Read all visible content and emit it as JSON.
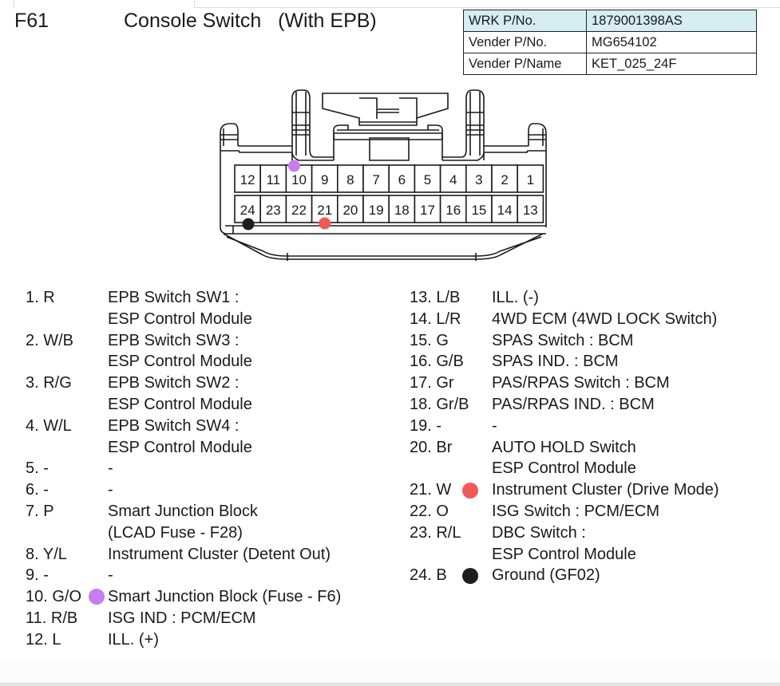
{
  "header": {
    "connector_id": "F61",
    "title": "Console Switch   (With EPB)"
  },
  "parts_table": [
    {
      "key": "WRK P/No.",
      "value": "1879001398AS",
      "highlight": true
    },
    {
      "key": "Vender P/No.",
      "value": "MG654102",
      "highlight": false
    },
    {
      "key": "Vender P/Name",
      "value": "KET_025_24F",
      "highlight": false
    }
  ],
  "colors": {
    "purple_marker": "#c77cf0",
    "red_marker": "#f05a55",
    "black_marker": "#1e1e1e",
    "table_highlight": "#d5edf3"
  },
  "connector": {
    "top_row": [
      "12",
      "11",
      "10",
      "9",
      "8",
      "7",
      "6",
      "5",
      "4",
      "3",
      "2",
      "1"
    ],
    "bottom_row": [
      "24",
      "23",
      "22",
      "21",
      "20",
      "19",
      "18",
      "17",
      "16",
      "15",
      "14",
      "13"
    ],
    "markers": [
      {
        "pin": "10",
        "color": "purple_marker"
      },
      {
        "pin": "21",
        "color": "red_marker"
      },
      {
        "pin": "24",
        "color": "black_marker"
      }
    ]
  },
  "pins_left": [
    {
      "pin": "1. R",
      "lines": [
        "EPB Switch SW1 :",
        "ESP Control Module"
      ]
    },
    {
      "pin": "2. W/B",
      "lines": [
        "EPB Switch SW3 :",
        "ESP Control Module"
      ]
    },
    {
      "pin": "3. R/G",
      "lines": [
        "EPB Switch SW2 :",
        "ESP Control Module"
      ]
    },
    {
      "pin": "4. W/L",
      "lines": [
        "EPB Switch SW4 :",
        "ESP Control Module"
      ]
    },
    {
      "pin": "5. -",
      "lines": [
        "-"
      ]
    },
    {
      "pin": "6. -",
      "lines": [
        "-"
      ]
    },
    {
      "pin": "7. P",
      "lines": [
        "Smart Junction Block",
        "(LCAD Fuse - F28)"
      ]
    },
    {
      "pin": "8. Y/L",
      "lines": [
        "Instrument Cluster (Detent Out)"
      ]
    },
    {
      "pin": "9. -",
      "lines": [
        "-"
      ]
    },
    {
      "pin": "10. G/O",
      "lines": [
        "Smart Junction Block (Fuse - F6)"
      ],
      "marker": "purple_marker"
    },
    {
      "pin": "11. R/B",
      "lines": [
        "ISG IND : PCM/ECM"
      ]
    },
    {
      "pin": "12. L",
      "lines": [
        "ILL. (+)"
      ]
    }
  ],
  "pins_right": [
    {
      "pin": "13. L/B",
      "lines": [
        "ILL. (-)"
      ]
    },
    {
      "pin": "14. L/R",
      "lines": [
        "4WD ECM (4WD LOCK Switch)"
      ]
    },
    {
      "pin": "15. G",
      "lines": [
        "SPAS Switch : BCM"
      ]
    },
    {
      "pin": "16. G/B",
      "lines": [
        "SPAS IND. : BCM"
      ]
    },
    {
      "pin": "17. Gr",
      "lines": [
        "PAS/RPAS Switch : BCM"
      ]
    },
    {
      "pin": "18. Gr/B",
      "lines": [
        "PAS/RPAS IND. : BCM"
      ]
    },
    {
      "pin": "19. -",
      "lines": [
        "-"
      ]
    },
    {
      "pin": "20. Br",
      "lines": [
        "AUTO HOLD Switch",
        "ESP Control Module"
      ]
    },
    {
      "pin": "21. W",
      "lines": [
        "Instrument Cluster (Drive Mode)"
      ],
      "marker": "red_marker"
    },
    {
      "pin": "22. O",
      "lines": [
        "ISG Switch : PCM/ECM"
      ]
    },
    {
      "pin": "23. R/L",
      "lines": [
        "DBC Switch :",
        "ESP Control Module"
      ]
    },
    {
      "pin": "24. B",
      "lines": [
        "Ground (GF02)"
      ],
      "marker": "black_marker"
    }
  ]
}
